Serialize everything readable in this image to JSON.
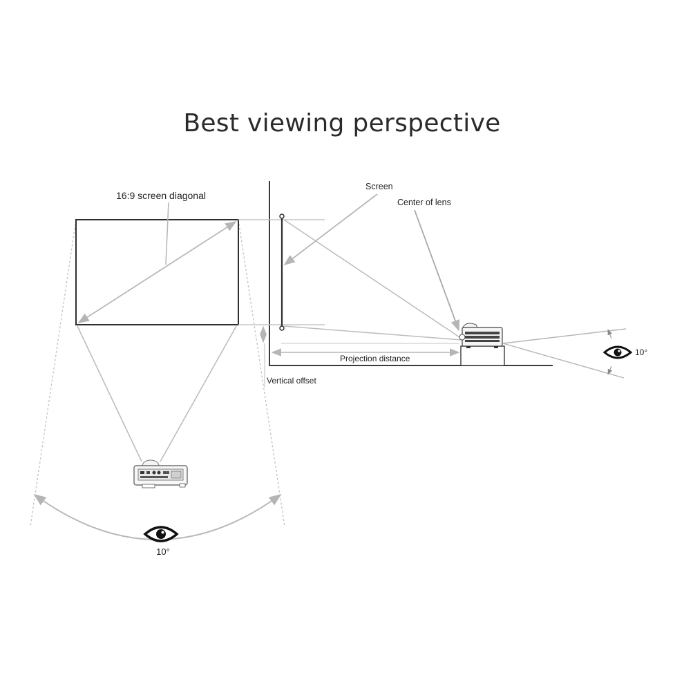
{
  "title": "Best viewing perspective",
  "labels": {
    "screen_diagonal": "16:9 screen diagonal",
    "screen": "Screen",
    "center_of_lens": "Center of lens",
    "projection_distance": "Projection distance",
    "vertical_offset": "Vertical offset",
    "angle_side": "10°",
    "angle_top": "10°"
  },
  "icons": {
    "eye": "eye-icon",
    "projector": "projector-icon"
  }
}
